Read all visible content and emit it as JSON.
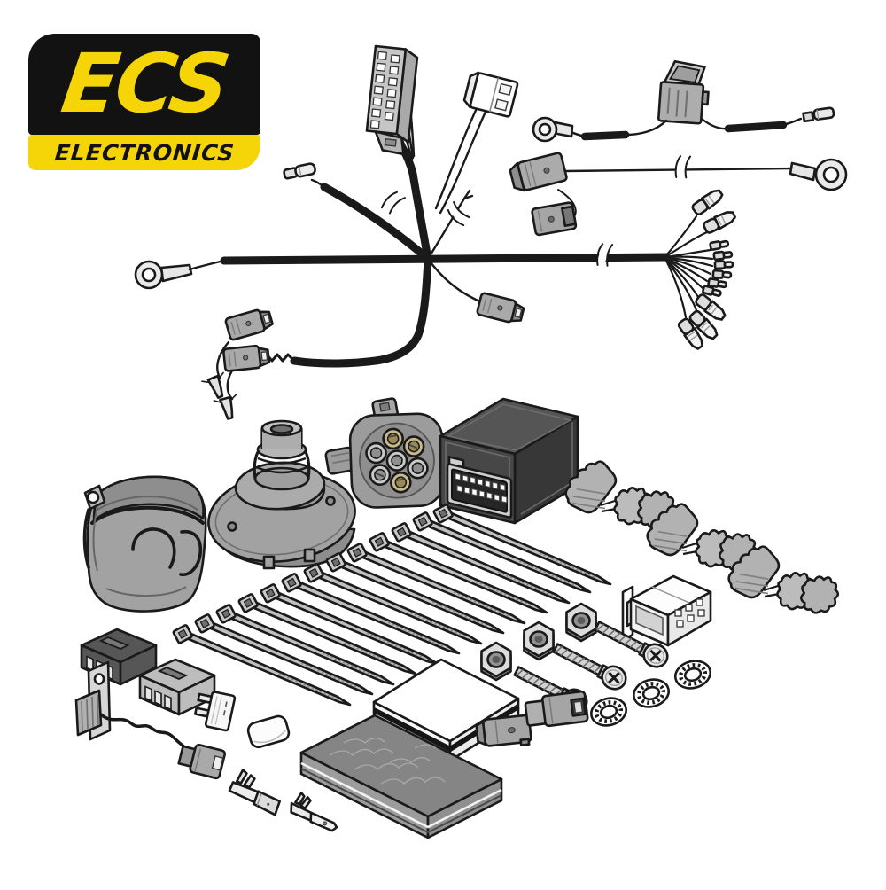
{
  "page": {
    "background": "#ffffff"
  },
  "logo": {
    "brand": "ECS",
    "subtitle": "ELECTRONICS",
    "colors": {
      "yellow": "#f5d408",
      "black": "#121212"
    }
  },
  "illustration": {
    "line_color": "#1a1a1a",
    "part_fill": "#a8a8a8",
    "components": [
      {
        "name": "main-wiring-harness",
        "qty": 1
      },
      {
        "name": "multi-pin-vehicle-connector",
        "qty": 1
      },
      {
        "name": "white-2-way-connector",
        "qty": 1
      },
      {
        "name": "fused-power-lead-with-ring-terminal",
        "qty": 1
      },
      {
        "name": "long-power-wire-with-ring-terminal",
        "qty": 1
      },
      {
        "name": "inline-connector-pair",
        "qty": 1
      },
      {
        "name": "insulated-spade-terminal",
        "qty": 5
      },
      {
        "name": "bullet-pin-terminal",
        "qty": 6
      },
      {
        "name": "seven-pin-socket-cover",
        "qty": 1
      },
      {
        "name": "socket-mounting-gasket",
        "qty": 1
      },
      {
        "name": "seven-pin-socket-insert",
        "qty": 1
      },
      {
        "name": "towing-control-module",
        "qty": 1
      },
      {
        "name": "quick-splice-connector-set",
        "qty": 3
      },
      {
        "name": "cable-tie",
        "qty": 13
      },
      {
        "name": "connector-housing",
        "qty": 1
      },
      {
        "name": "hex-nut",
        "qty": 3
      },
      {
        "name": "pan-head-screw",
        "qty": 3
      },
      {
        "name": "serrated-lock-washer",
        "qty": 3
      },
      {
        "name": "white-foam-pad",
        "qty": 1
      },
      {
        "name": "anti-rattle-pad",
        "qty": 1
      },
      {
        "name": "fuse-box-holder",
        "qty": 2
      },
      {
        "name": "buzzer-with-bracket-and-lead",
        "qty": 1
      },
      {
        "name": "mini-blade-fuse",
        "qty": 1
      },
      {
        "name": "protective-cap",
        "qty": 1
      },
      {
        "name": "bullet-connector-housing",
        "qty": 2
      },
      {
        "name": "crimp-spade-terminal",
        "qty": 2
      }
    ]
  }
}
